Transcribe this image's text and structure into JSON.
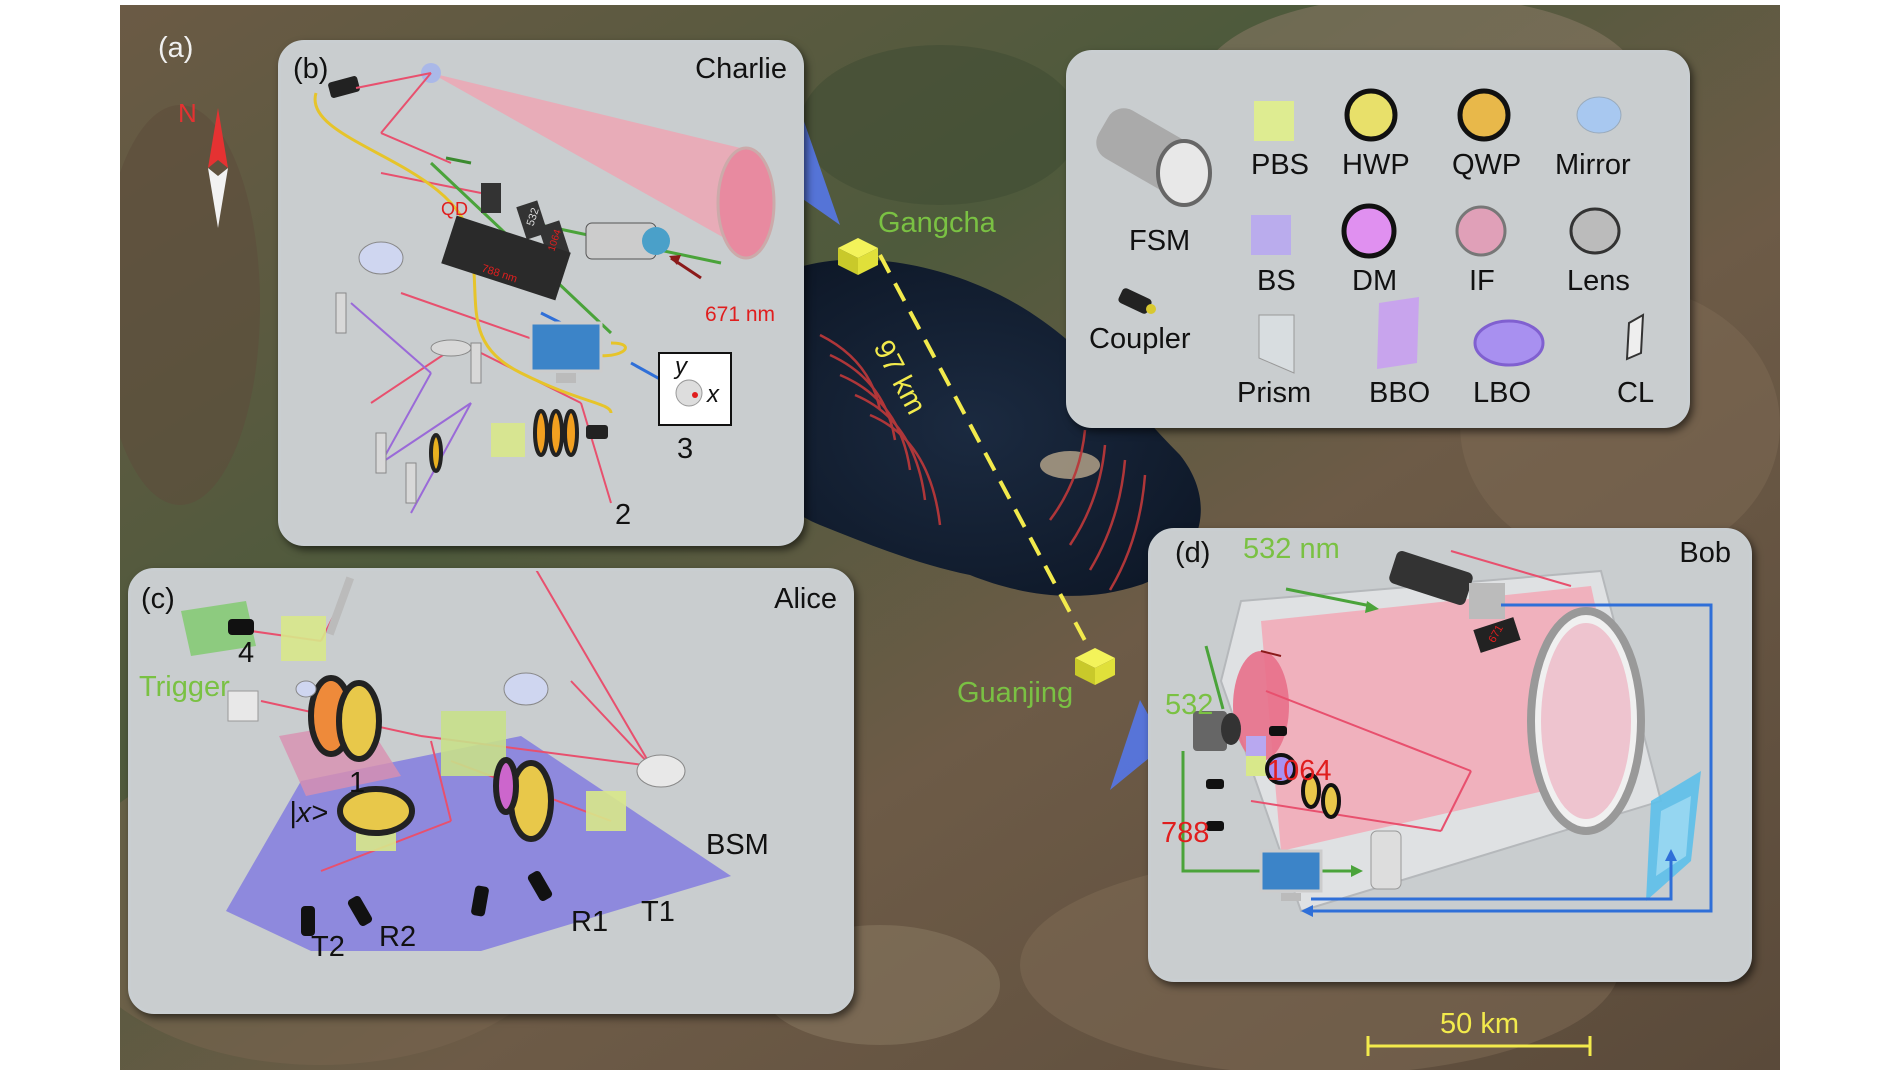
{
  "figure": {
    "panel_a_tag": "(a)",
    "north_label": "N",
    "site_top": "Gangcha",
    "site_bottom": "Guanjing",
    "distance_label": "97 km",
    "scale_bar_label": "50 km"
  },
  "panel_b": {
    "tag": "(b)",
    "title": "Charlie",
    "labels": {
      "qd": "QD",
      "wavelength_671": "671 nm",
      "box_532": "532",
      "box_1064": "1064",
      "box_788": "788 nm",
      "port_2": "2",
      "port_3": "3",
      "axis_y": "y",
      "axis_x": "x"
    }
  },
  "panel_c": {
    "tag": "(c)",
    "title": "Alice",
    "labels": {
      "port_4": "4",
      "trigger": "Trigger",
      "port_1": "1",
      "ket_x": "|x>",
      "bsm": "BSM",
      "t2": "T2",
      "r2": "R2",
      "r1": "R1",
      "t1": "T1"
    }
  },
  "panel_d": {
    "tag": "(d)",
    "title": "Bob",
    "labels": {
      "wavelength_532": "532 nm",
      "label_532": "532",
      "label_1064": "1064",
      "label_788": "788",
      "box_671": "671"
    }
  },
  "legend": {
    "items": [
      {
        "label": "FSM",
        "icon": "fsm-telescope-icon"
      },
      {
        "label": "PBS",
        "icon": "pbs-cube-icon"
      },
      {
        "label": "HWP",
        "icon": "hwp-disc-icon"
      },
      {
        "label": "QWP",
        "icon": "qwp-disc-icon"
      },
      {
        "label": "Mirror",
        "icon": "mirror-icon"
      },
      {
        "label": "BS",
        "icon": "bs-cube-icon"
      },
      {
        "label": "DM",
        "icon": "dm-disc-icon"
      },
      {
        "label": "IF",
        "icon": "if-disc-icon"
      },
      {
        "label": "Lens",
        "icon": "lens-icon"
      },
      {
        "label": "Coupler",
        "icon": "coupler-icon"
      },
      {
        "label": "Prism",
        "icon": "prism-icon"
      },
      {
        "label": "BBO",
        "icon": "bbo-crystal-icon"
      },
      {
        "label": "LBO",
        "icon": "lbo-crystal-icon"
      },
      {
        "label": "CL",
        "icon": "cl-plate-icon"
      }
    ]
  },
  "colors": {
    "laser_beam": "#e8506e",
    "green_signal": "#4aa33a",
    "blue_signal": "#2f6fd8",
    "site_label": "#7ac143",
    "wavelength_red": "#e01e1e",
    "distance_dash": "#f2ea4c"
  }
}
